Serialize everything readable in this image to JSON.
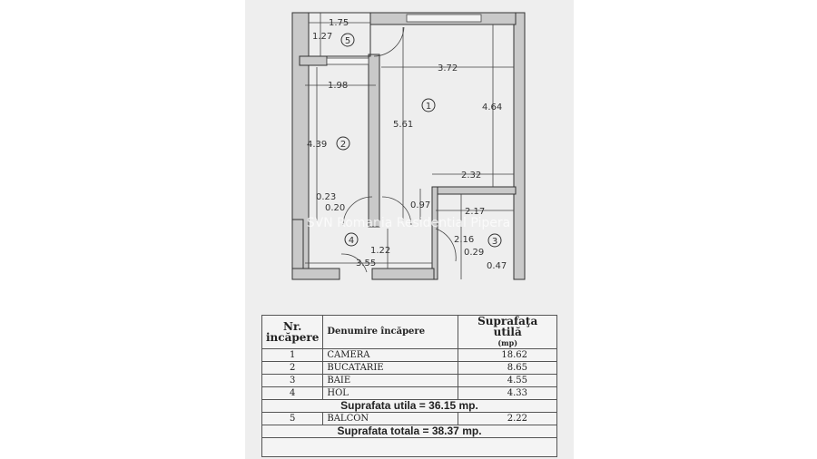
{
  "plan": {
    "rooms": [
      "1",
      "2",
      "3",
      "4",
      "5"
    ],
    "dimensions": {
      "balcon_w": "1.75",
      "balcon_h": "1.27",
      "camera_w": "3.72",
      "camera_h": "4.64",
      "camera_full": "5.61",
      "bucatarie_w": "1.98",
      "bucatarie_h": "4.39",
      "camera_bottom": "2.32",
      "d023": "0.23",
      "d020": "0.20",
      "d097": "0.97",
      "baie_w": "2.17",
      "baie_h": "2.16",
      "d029": "0.29",
      "d047": "0.47",
      "hol_w": "3.55",
      "hol_h": "1.22"
    },
    "watermark": "SVN Romania Residential Pipera"
  },
  "table": {
    "headers": {
      "nr": "Nr.",
      "nr2": "incăpere",
      "name": "Denumire încăpere",
      "area": "Suprafaţa utilă",
      "unit": "(mp)"
    },
    "rows": [
      {
        "nr": "1",
        "name": "CAMERA",
        "area": "18.62"
      },
      {
        "nr": "2",
        "name": "BUCATARIE",
        "area": "8.65"
      },
      {
        "nr": "3",
        "name": "BAIE",
        "area": "4.55"
      },
      {
        "nr": "4",
        "name": "HOL",
        "area": "4.33"
      }
    ],
    "subtotal": "Suprafata utila = 36.15 mp.",
    "balcony": {
      "nr": "5",
      "name": "BALCON",
      "area": "2.22"
    },
    "total": "Suprafata totala = 38.37 mp."
  }
}
